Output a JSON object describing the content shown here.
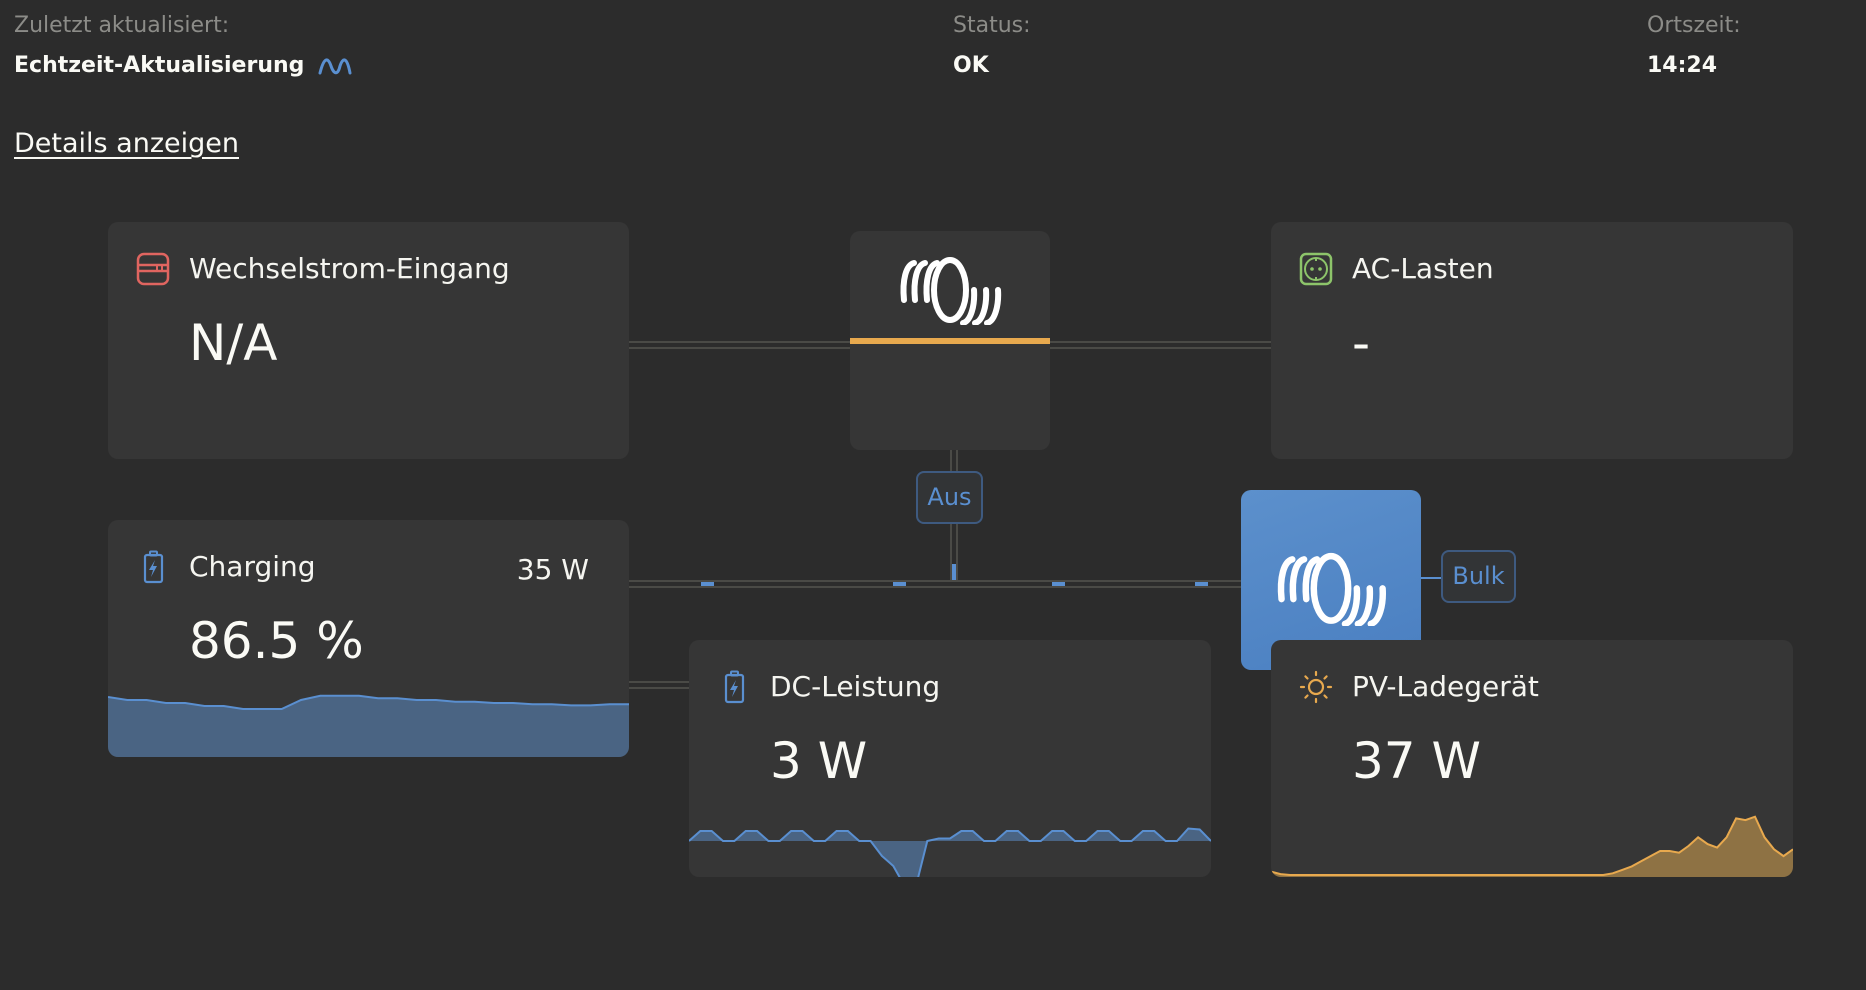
{
  "header": {
    "last_updated_label": "Zuletzt aktualisiert:",
    "last_updated_value": "Echtzeit-Aktualisierung",
    "last_updated_icon": "realtime-wave-icon",
    "status_label": "Status:",
    "status_value": "OK",
    "local_time_label": "Ortszeit:",
    "local_time_value": "14:24"
  },
  "details_link": "Details anzeigen",
  "colors": {
    "background": "#2c2c2c",
    "card": "#363636",
    "accent_blue": "#5a8fd0",
    "accent_orange": "#e8a94e",
    "ac_input_red": "#e06560",
    "ac_loads_green": "#8dc46a"
  },
  "cards": {
    "ac_input": {
      "title": "Wechselstrom-Eingang",
      "value": "N/A",
      "icon": "ac-input-icon"
    },
    "ac_loads": {
      "title": "AC-Lasten",
      "value": "-",
      "icon": "power-socket-icon"
    },
    "battery": {
      "title": "Charging",
      "value": "86.5 %",
      "power": "35 W",
      "icon": "battery-charging-icon",
      "sparkline": [
        88,
        87.5,
        87.5,
        87,
        87,
        86.5,
        86.5,
        86,
        86,
        86,
        87.5,
        88.2,
        88.2,
        88.2,
        87.8,
        87.8,
        87.5,
        87.5,
        87.2,
        87.2,
        87,
        87,
        86.8,
        86.8,
        86.6,
        86.6,
        86.8,
        86.8
      ]
    },
    "dc_power": {
      "title": "DC-Leistung",
      "value": "3 W",
      "icon": "battery-charging-icon",
      "sparkline": [
        0,
        2,
        2,
        0,
        0,
        2,
        2,
        0,
        0,
        2,
        2,
        0,
        0,
        2,
        2,
        0,
        0,
        -3,
        -5,
        -9,
        -9,
        0,
        0.5,
        0.5,
        2,
        2,
        0,
        0,
        2,
        2,
        0,
        0,
        2,
        2,
        0,
        0,
        2,
        2,
        0,
        0,
        2,
        2,
        0,
        0,
        2.5,
        2.3,
        0
      ]
    },
    "pv_charger": {
      "title": "PV-Ladegerät",
      "value": "37 W",
      "icon": "sun-icon",
      "sparkline": [
        2,
        0.5,
        0,
        0,
        0,
        0,
        0,
        0,
        0,
        0,
        0,
        0,
        0,
        0,
        0,
        0,
        0,
        0,
        0,
        0,
        0,
        0,
        0,
        0,
        0,
        0,
        0,
        0,
        0,
        0,
        0,
        0,
        0,
        0,
        0,
        0,
        1,
        3,
        5,
        8,
        11,
        14,
        14,
        13,
        17,
        22,
        18,
        16,
        22,
        33,
        32,
        34,
        22,
        15,
        11,
        15
      ]
    }
  },
  "inverter": {
    "icon": "victron-logo-icon",
    "state": "Aus"
  },
  "mppt": {
    "icon": "victron-logo-icon",
    "state": "Bulk"
  }
}
